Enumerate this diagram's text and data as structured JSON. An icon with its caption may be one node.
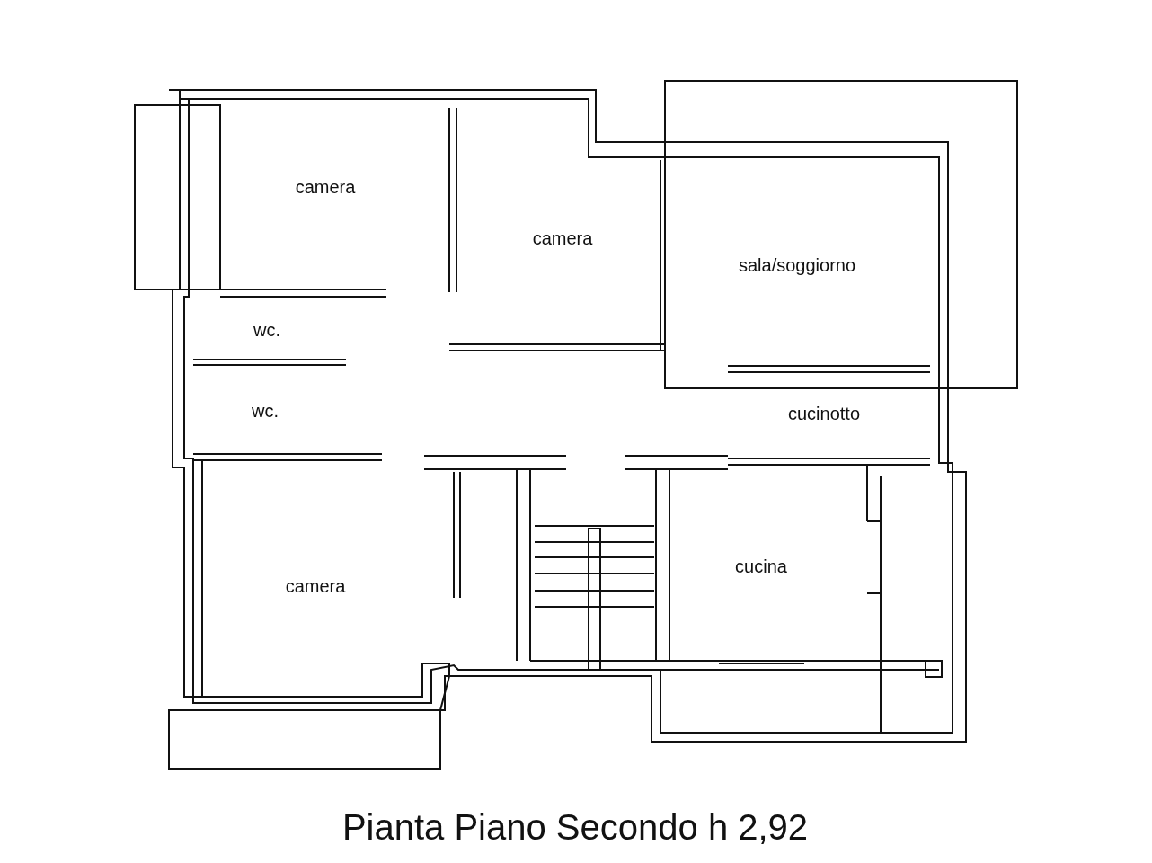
{
  "diagram": {
    "caption": "Pianta Piano Secondo h 2,92",
    "nodes": [
      {
        "text": [
          "camera"
        ]
      },
      {
        "text": [
          "camera"
        ]
      },
      {
        "text": [
          "sala/soggiorno"
        ]
      },
      {
        "text": [
          "wc."
        ]
      },
      {
        "text": [
          "wc."
        ]
      },
      {
        "text": [
          "cucinotto"
        ]
      },
      {
        "text": [
          "cucina"
        ]
      },
      {
        "text": [
          "camera"
        ]
      }
    ],
    "edges": []
  }
}
